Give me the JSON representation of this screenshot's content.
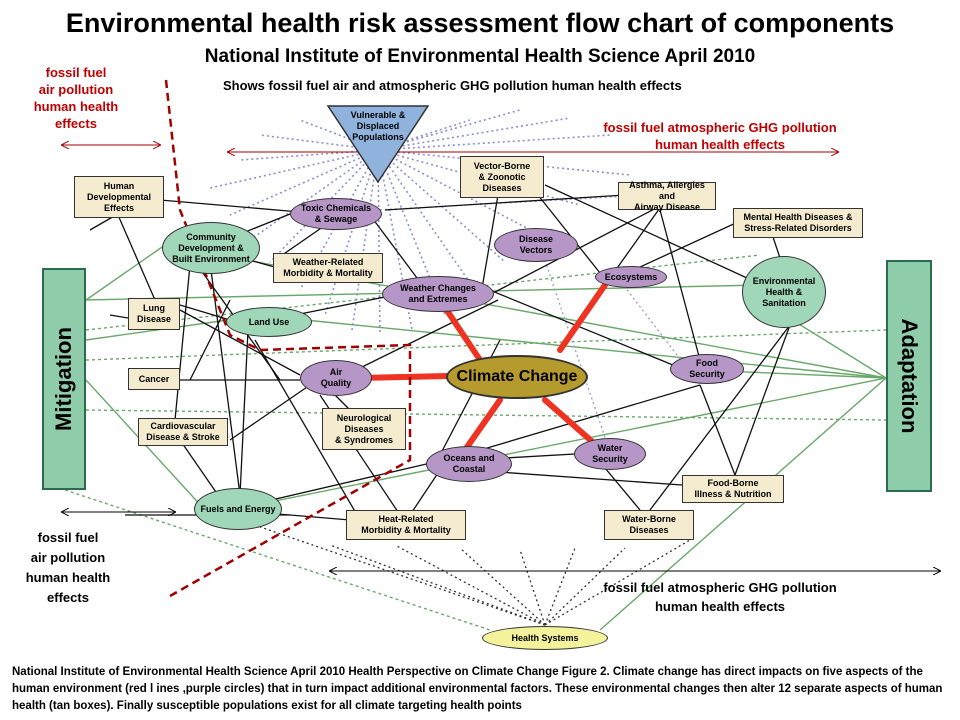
{
  "title": "Environmental health risk assessment flow chart of components",
  "subtitle": "National Institute of Environmental Health Science  April 2010",
  "shows_label": "Shows fossil fuel air and atmospheric GHG pollution human health effects",
  "annotations": {
    "top_left": "fossil fuel\nair pollution\nhuman health\neffects",
    "top_right": "fossil fuel atmospheric GHG pollution\nhuman health effects",
    "bottom_left": "fossil fuel\nair pollution\nhuman health\neffects",
    "bottom_right": "fossil fuel atmospheric GHG pollution\nhuman health effects"
  },
  "side_bars": {
    "left": "Mitigation",
    "right": "Adaptation"
  },
  "center": "Climate Change",
  "vulnerable": "Vulnerable &\nDisplaced\nPopulations",
  "health_systems": "Health Systems",
  "green_nodes": {
    "community": "Community\nDevelopment &\nBuilt Environment",
    "land_use": "Land Use",
    "fuels": "Fuels and Energy",
    "env_health": "Environmental\nHealth &\nSanitation"
  },
  "purple_nodes": {
    "toxic": "Toxic Chemicals\n& Sewage",
    "disease_vectors": "Disease\nVectors",
    "weather": "Weather Changes\nand Extremes",
    "ecosystems": "Ecosystems",
    "air_quality": "Air\nQuality",
    "food_security": "Food\nSecurity",
    "water_security": "Water\nSecurity",
    "oceans": "Oceans and\nCoastal"
  },
  "tan_boxes": {
    "human_dev": "Human\nDevelopmental\nEffects",
    "vector_borne": "Vector-Borne\n& Zoonotic\nDiseases",
    "asthma": "Asthma, Allergies and\nAirway Disease",
    "mental": "Mental Health Diseases &\nStress-Related Disorders",
    "weather_morbidity": "Weather-Related\nMorbidity & Mortality",
    "lung": "Lung\nDisease",
    "cancer": "Cancer",
    "cardio": "Cardiovascular\nDisease & Stroke",
    "neuro": "Neurological\nDiseases\n& Syndromes",
    "heat": "Heat-Related\nMorbidity & Mortality",
    "food_borne": "Food-Borne\nIllness & Nutrition",
    "water_borne": "Water-Borne\nDiseases"
  },
  "caption": "National Institute of Environmental Health Science April 2010  Health Perspective on Climate Change Figure 2.  Climate change has direct impacts on five aspects of the human environment (red l ines ,purple circles) that in turn impact additional environmental factors. These environmental changes then alter 12 separate aspects of human health (tan  boxes).  Finally susceptible populations exist for all climate targeting health points",
  "colors": {
    "red_text": "#c00000",
    "purple_node": "#b596c6",
    "green_node": "#9fd7b8",
    "tan_box": "#f5ecd0",
    "center_gold": "#b59a2e",
    "health_yellow": "#f4f29a",
    "red_connector": "#ee3322",
    "green_line": "#6aa86a",
    "blue_dotted": "#8a8ed8"
  }
}
